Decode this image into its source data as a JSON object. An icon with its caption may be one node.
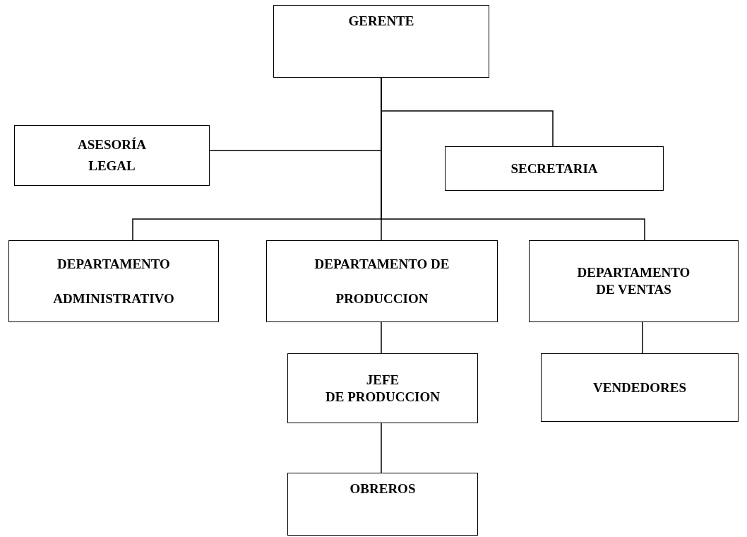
{
  "diagram": {
    "nodes": [
      {
        "text": [
          "GERENTE"
        ]
      },
      {
        "text": [
          "ASESORÍA LEGAL"
        ]
      },
      {
        "text": [
          "SECRETARIA"
        ]
      },
      {
        "text": [
          "DEPARTAMENTO ADMINISTRATIVO"
        ]
      },
      {
        "text": [
          "DEPARTAMENTO DE PRODUCCION"
        ]
      },
      {
        "text": [
          "DEPARTAMENTO DE VENTAS"
        ]
      },
      {
        "text": [
          "JEFE DE PRODUCCION"
        ]
      },
      {
        "text": [
          "VENDEDORES"
        ]
      },
      {
        "text": [
          "OBREROS"
        ]
      }
    ],
    "edges": [
      {
        "from": 0,
        "to": 1,
        "arrow": "none"
      },
      {
        "from": 0,
        "to": 2,
        "arrow": "none"
      },
      {
        "from": 0,
        "to": 3,
        "arrow": "none"
      },
      {
        "from": 0,
        "to": 4,
        "arrow": "none"
      },
      {
        "from": 0,
        "to": 5,
        "arrow": "none"
      },
      {
        "from": 4,
        "to": 6,
        "arrow": "none"
      },
      {
        "from": 5,
        "to": 7,
        "arrow": "none"
      },
      {
        "from": 6,
        "to": 8,
        "arrow": "none"
      }
    ]
  }
}
